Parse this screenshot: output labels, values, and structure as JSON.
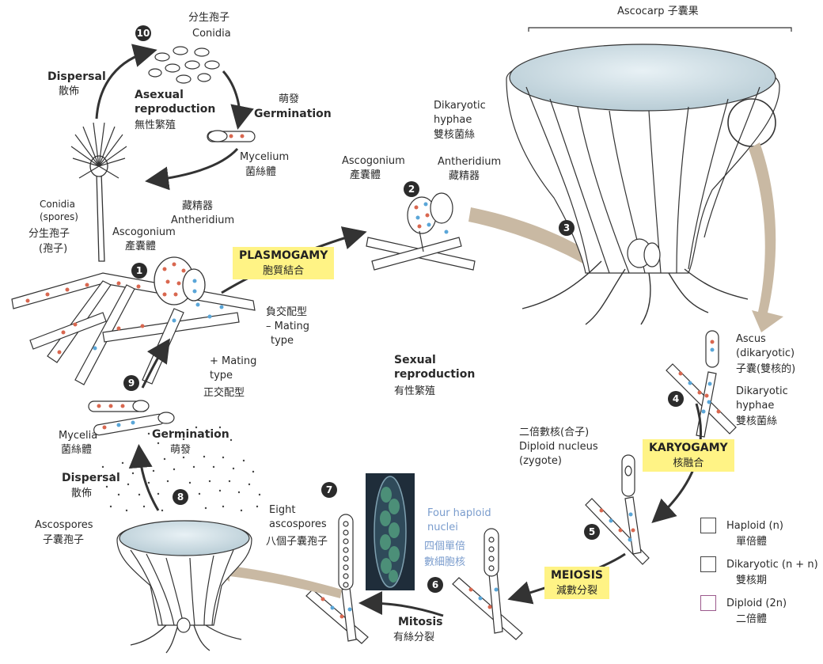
{
  "labels": {
    "ascocarp": "Ascocarp 子囊果",
    "conidia_zh": "分生孢子",
    "conidia_en": "Conidia",
    "dispersal_top_en": "Dispersal",
    "dispersal_top_zh": "散佈",
    "asexual_1": "Asexual",
    "asexual_2": "reproduction",
    "asexual_zh": "無性繁殖",
    "germ_top_zh": "萌發",
    "germ_top_en": "Germination",
    "mycelium_en": "Mycelium",
    "mycelium_zh": "菌絲體",
    "conidia_spores_1": "Conidia",
    "conidia_spores_2": "(spores)",
    "conidia_spores_3": "分生孢子",
    "conidia_spores_4": "(孢子)",
    "antheridium1_zh": "藏精器",
    "antheridium1_en": "Antheridium",
    "ascogonium1_en": "Ascogonium",
    "ascogonium1_zh": "產囊體",
    "mating_neg_1": "負交配型",
    "mating_neg_2": "– Mating",
    "mating_neg_3": "type",
    "mating_pos_1": "+ Mating",
    "mating_pos_2": "type",
    "mating_pos_3": "正交配型",
    "ascogonium2_en": "Ascogonium",
    "ascogonium2_zh": "產囊體",
    "antheridium2_en": "Antheridium",
    "antheridium2_zh": "藏精器",
    "dikaryotic1_1": "Dikaryotic",
    "dikaryotic1_2": "hyphae",
    "dikaryotic1_3": "雙核菌絲",
    "sexual_1": "Sexual",
    "sexual_2": "reproduction",
    "sexual_zh": "有性繁殖",
    "ascus_1": "Ascus",
    "ascus_2": "(dikaryotic)",
    "ascus_3": "子囊(雙核的)",
    "dikaryotic2_1": "Dikaryotic",
    "dikaryotic2_2": "hyphae",
    "dikaryotic2_3": "雙核菌絲",
    "diploid_1": "二倍數核(合子)",
    "diploid_2": "Diploid nucleus",
    "diploid_3": "(zygote)",
    "mycelia_en": "Mycelia",
    "mycelia_zh": "菌絲體",
    "germ_bot_en": "Germination",
    "germ_bot_zh": "萌發",
    "dispersal_bot_en": "Dispersal",
    "dispersal_bot_zh": "散佈",
    "ascospores_en": "Ascospores",
    "ascospores_zh": "子囊孢子",
    "eight_1": "Eight",
    "eight_2": "ascospores",
    "eight_3": "八個子囊孢子",
    "four_1": "Four haploid",
    "four_2": "nuclei",
    "four_3": "四個單倍",
    "four_4": "數細胞核",
    "mitosis_en": "Mitosis",
    "mitosis_zh": "有絲分裂"
  },
  "highlights": {
    "plasmogamy": {
      "en": "PLASMOGAMY",
      "zh": "胞質結合"
    },
    "karyogamy": {
      "en": "KARYOGAMY",
      "zh": "核融合"
    },
    "meiosis": {
      "en": "MEIOSIS",
      "zh": "減數分裂"
    }
  },
  "steps": [
    "1",
    "2",
    "3",
    "4",
    "5",
    "6",
    "7",
    "8",
    "9",
    "10"
  ],
  "legend": [
    {
      "en": "Haploid (n)",
      "zh": "單倍體"
    },
    {
      "en": "Dikaryotic (n + n)",
      "zh": "雙核期"
    },
    {
      "en": "Diploid (2n)",
      "zh": "二倍體"
    }
  ],
  "colors": {
    "highlight": "#fff385",
    "haploid_red": "#d9674f",
    "nucleus_blue": "#5aa6d8",
    "arrow_tan": "#c9b9a3",
    "micrograph_green": "#4c8f78"
  }
}
